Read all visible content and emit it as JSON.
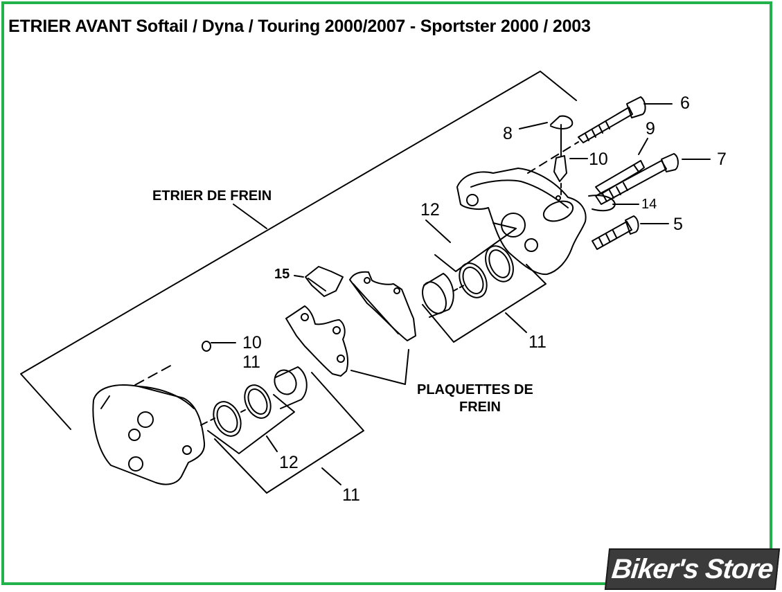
{
  "title": "ETRIER AVANT Softail / Dyna / Touring 2000/2007 - Sportster 2000 / 2003",
  "captions": {
    "caliper": "ETRIER DE FREIN",
    "pads_line1": "PLAQUETTES DE",
    "pads_line2": "FREIN"
  },
  "callouts": {
    "c6": "6",
    "c8": "8",
    "c9": "9",
    "c10_top": "10",
    "c7": "7",
    "c14": "14",
    "c5": "5",
    "c12_top": "12",
    "c15": "15",
    "c11_right": "11",
    "c10_left": "10",
    "c11_left": "11",
    "c12_bottom": "12",
    "c11_bottom": "11"
  },
  "logo": "Biker's Store",
  "colors": {
    "frame": "#21b24b",
    "logo_bg": "#3b3b3b",
    "ink": "#000000"
  }
}
